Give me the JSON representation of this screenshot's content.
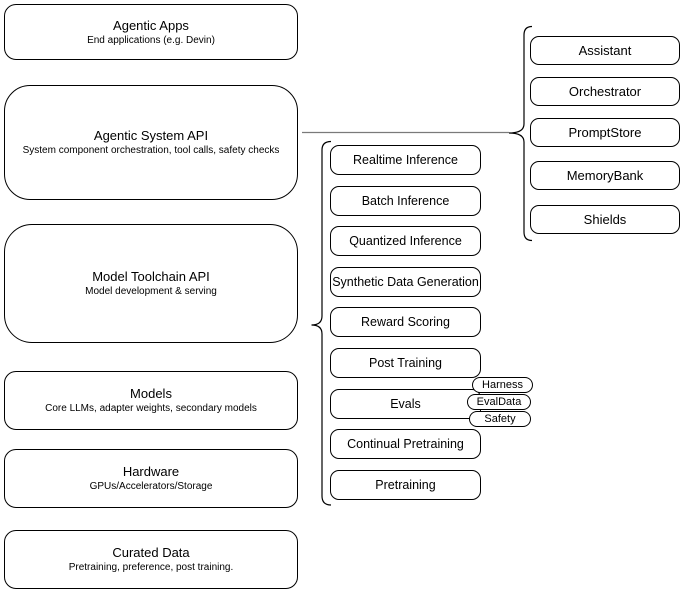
{
  "diagram": {
    "title": "Agentic system stack diagram",
    "left_stack": [
      {
        "title": "Agentic Apps",
        "subtitle": "End applications (e.g. Devin)"
      },
      {
        "title": "Agentic System API",
        "subtitle": "System component orchestration, tool calls, safety checks"
      },
      {
        "title": "Model Toolchain API",
        "subtitle": "Model development & serving"
      },
      {
        "title": "Models",
        "subtitle": "Core LLMs, adapter weights, secondary models"
      },
      {
        "title": "Hardware",
        "subtitle": "GPUs/Accelerators/Storage"
      },
      {
        "title": "Curated Data",
        "subtitle": "Pretraining, preference, post training."
      }
    ],
    "toolchain_services": [
      {
        "label": "Realtime Inference"
      },
      {
        "label": "Batch Inference"
      },
      {
        "label": "Quantized Inference"
      },
      {
        "label": "Synthetic Data Generation"
      },
      {
        "label": "Reward Scoring"
      },
      {
        "label": "Post Training"
      },
      {
        "label": "Evals"
      },
      {
        "label": "Continual Pretraining"
      },
      {
        "label": "Pretraining"
      }
    ],
    "eval_tags": [
      {
        "label": "Harness"
      },
      {
        "label": "EvalData"
      },
      {
        "label": "Safety"
      }
    ],
    "system_components": [
      {
        "label": "Assistant"
      },
      {
        "label": "Orchestrator"
      },
      {
        "label": "PromptStore"
      },
      {
        "label": "MemoryBank"
      },
      {
        "label": "Shields"
      }
    ],
    "colors": {
      "stroke": "#000000",
      "fill": "#ffffff",
      "text": "#000000",
      "connector": "#7a7a7a"
    }
  }
}
